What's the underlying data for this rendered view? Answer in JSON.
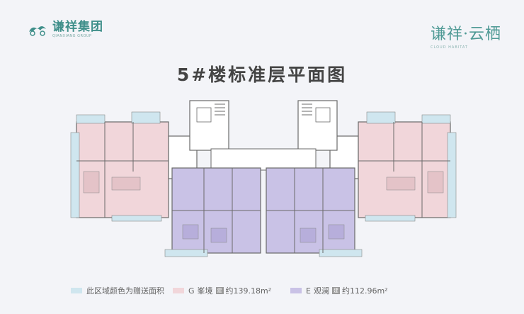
{
  "brand": {
    "left_name": "谦祥集团",
    "left_en": "QIANXIANG GROUP",
    "right_name": "谦祥·云栖",
    "right_en": "CLOUD HABITAT"
  },
  "title": "5#楼标准层平面图",
  "legend": {
    "gift_area": "此区域颜色为赠送面积",
    "g_letter": "G",
    "g_name": "峯境",
    "g_badge": "建",
    "g_area": "约139.18m²",
    "e_letter": "E",
    "e_name": "观澜",
    "e_badge": "建",
    "e_area": "约112.96m²"
  },
  "colors": {
    "gift": "#cfe6ef",
    "type_g": "#f1d6da",
    "type_e": "#c9c2e6",
    "core": "#ffffff",
    "wall": "#6a6a6a"
  }
}
